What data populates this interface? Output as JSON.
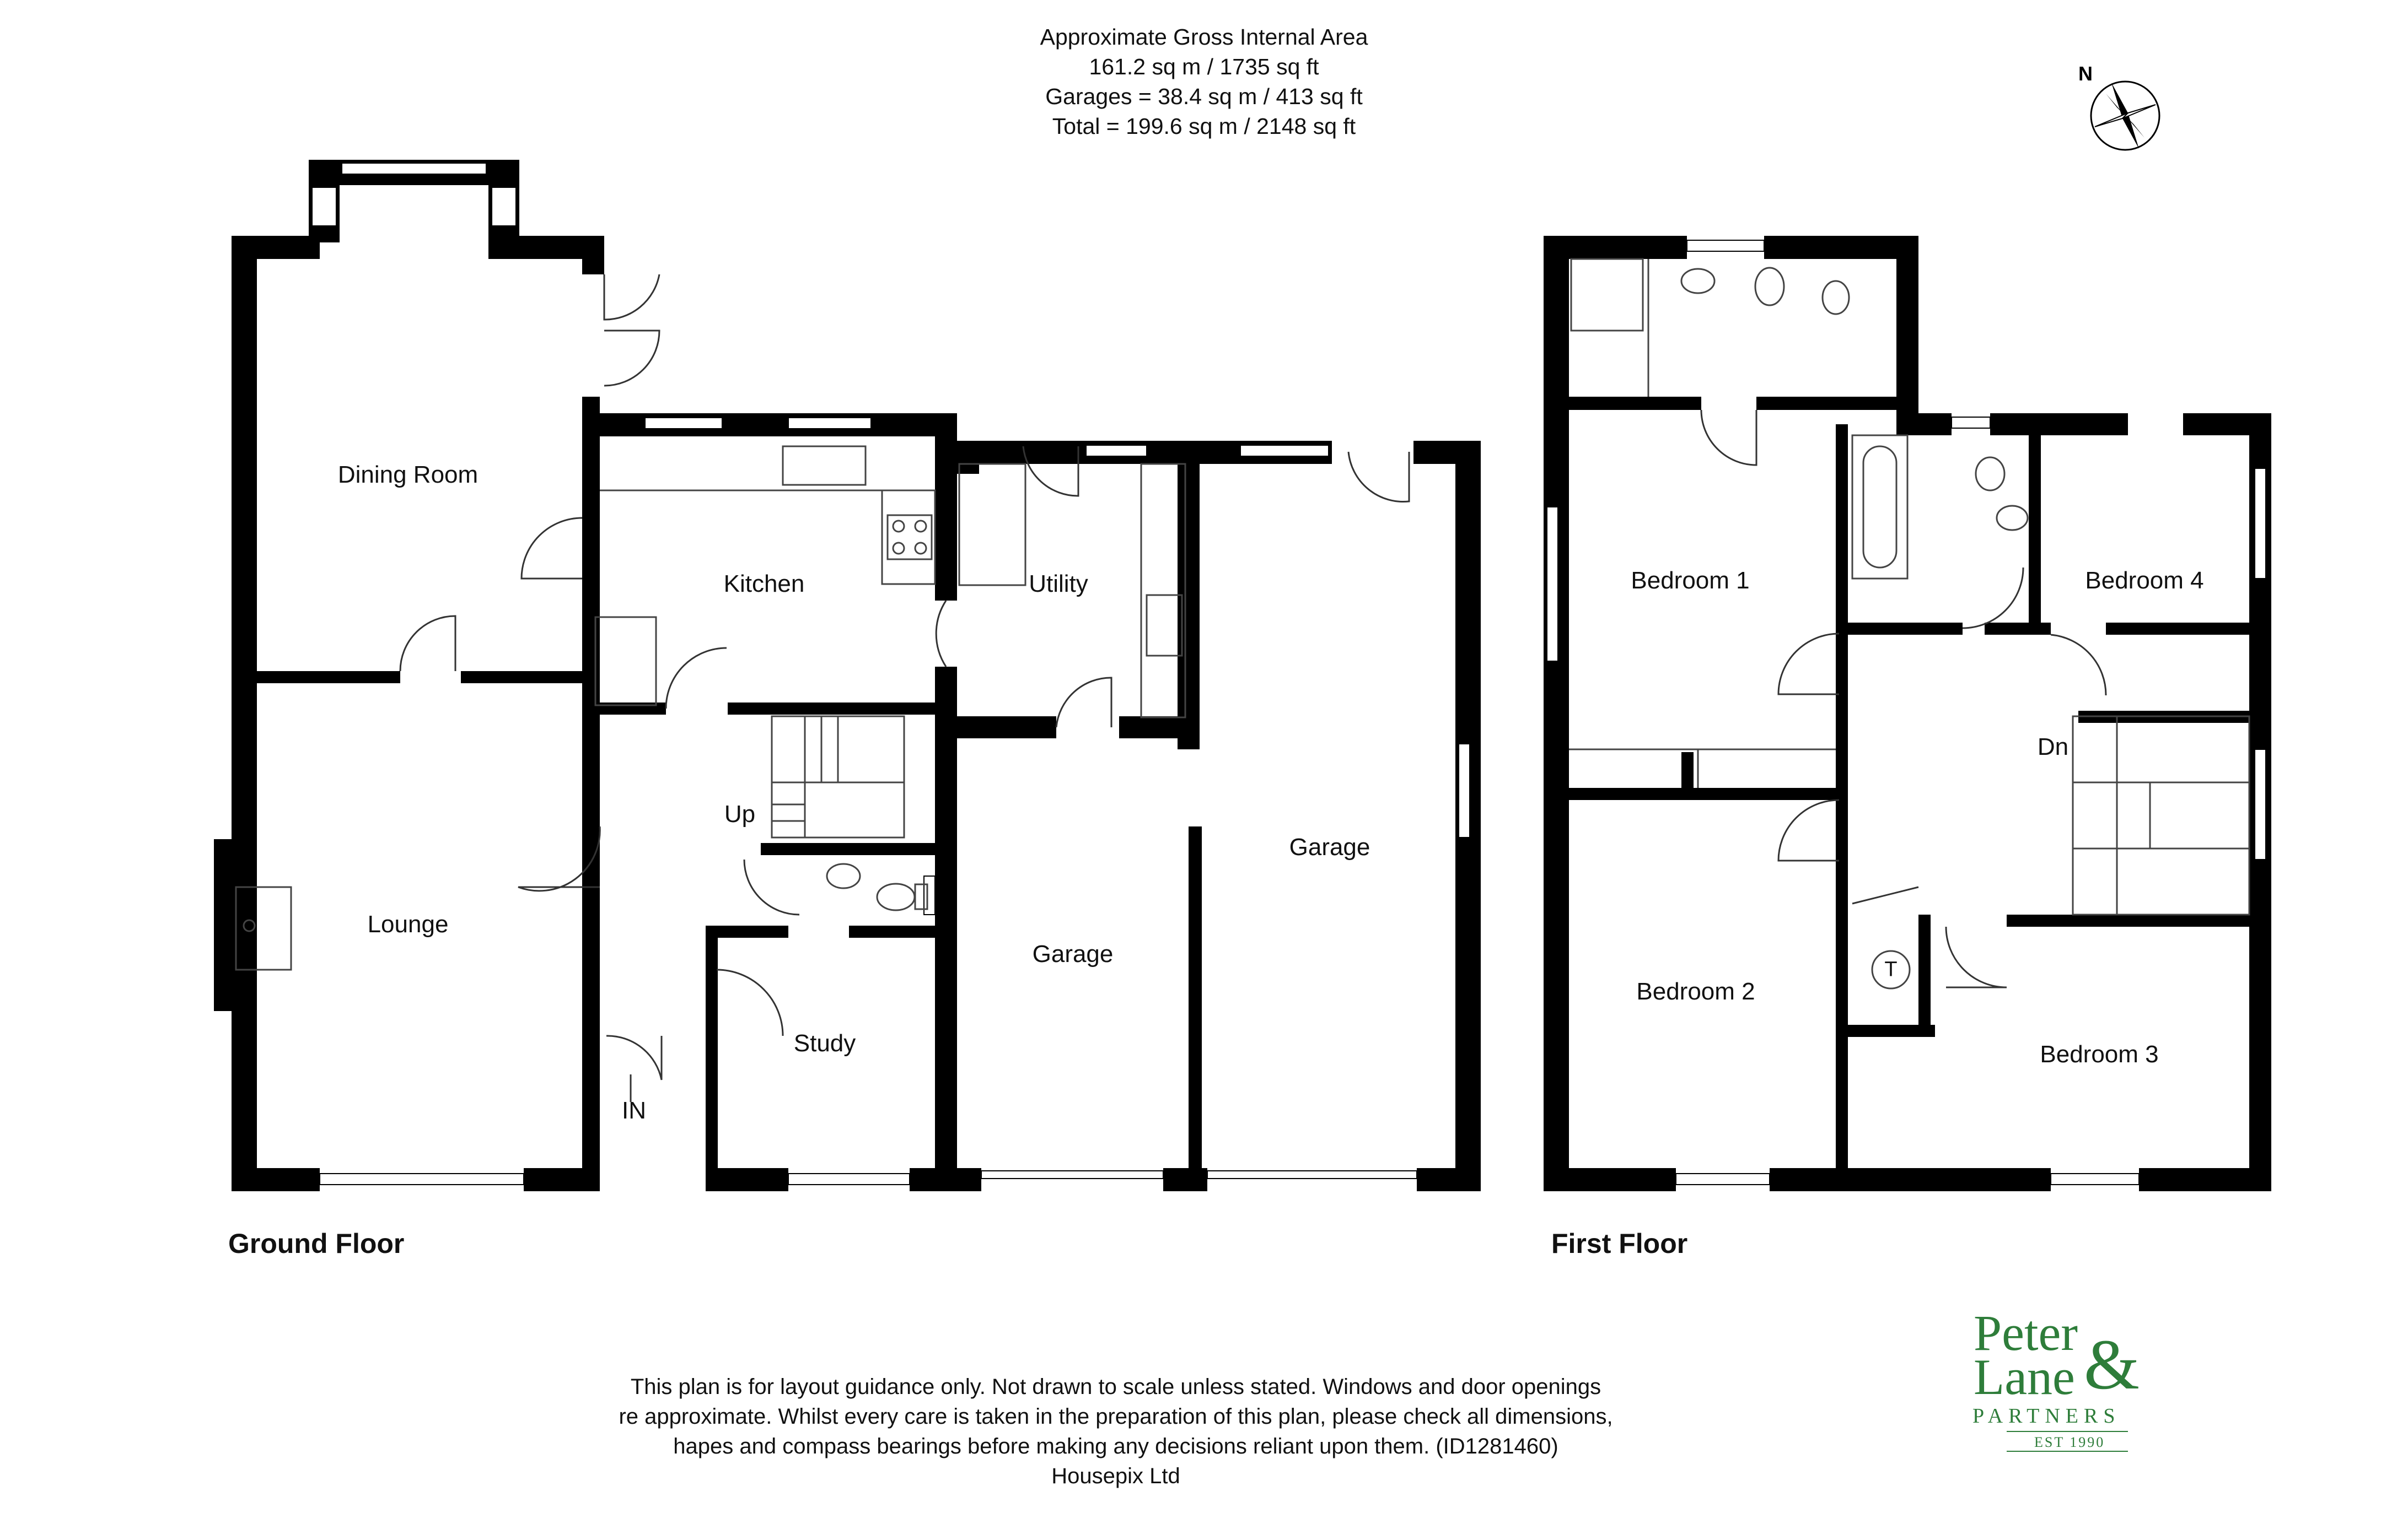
{
  "area_info": {
    "line1": "Approximate Gross Internal Area",
    "line2": "161.2 sq m / 1735 sq ft",
    "line3": "Garages = 38.4 sq m / 413 sq ft",
    "line4": "Total = 199.6 sq m / 2148 sq ft"
  },
  "compass": {
    "north_label": "N",
    "icon": "compass-rose-icon"
  },
  "ground_floor": {
    "title": "Ground Floor",
    "rooms": {
      "dining_room": "Dining Room",
      "kitchen": "Kitchen",
      "utility": "Utility",
      "lounge": "Lounge",
      "study": "Study",
      "garage_left": "Garage",
      "garage_right": "Garage"
    },
    "stairs_label": "Up",
    "entrance_label": "IN"
  },
  "first_floor": {
    "title": "First Floor",
    "rooms": {
      "bedroom1": "Bedroom 1",
      "bedroom2": "Bedroom 2",
      "bedroom3": "Bedroom 3",
      "bedroom4": "Bedroom 4"
    },
    "stairs_label": "Dn",
    "tank_label": "T"
  },
  "disclaimer": {
    "line1": "This plan is for layout guidance only. Not drawn to scale unless stated. Windows and door openings",
    "line2": "re approximate. Whilst every care is taken in the preparation of this plan, please check all dimensions,",
    "line3": "hapes and compass bearings before making any decisions reliant upon them. (ID1281460)",
    "line4": "Housepix Ltd"
  },
  "logo": {
    "name_line1": "Peter",
    "name_line2": "Lane",
    "ampersand": "&",
    "partners": "PARTNERS",
    "established": "EST 1990",
    "brand_color": "#2e7d3a"
  },
  "colors": {
    "wall": "#000000",
    "fixture": "#555555",
    "window": "#ffffff"
  }
}
